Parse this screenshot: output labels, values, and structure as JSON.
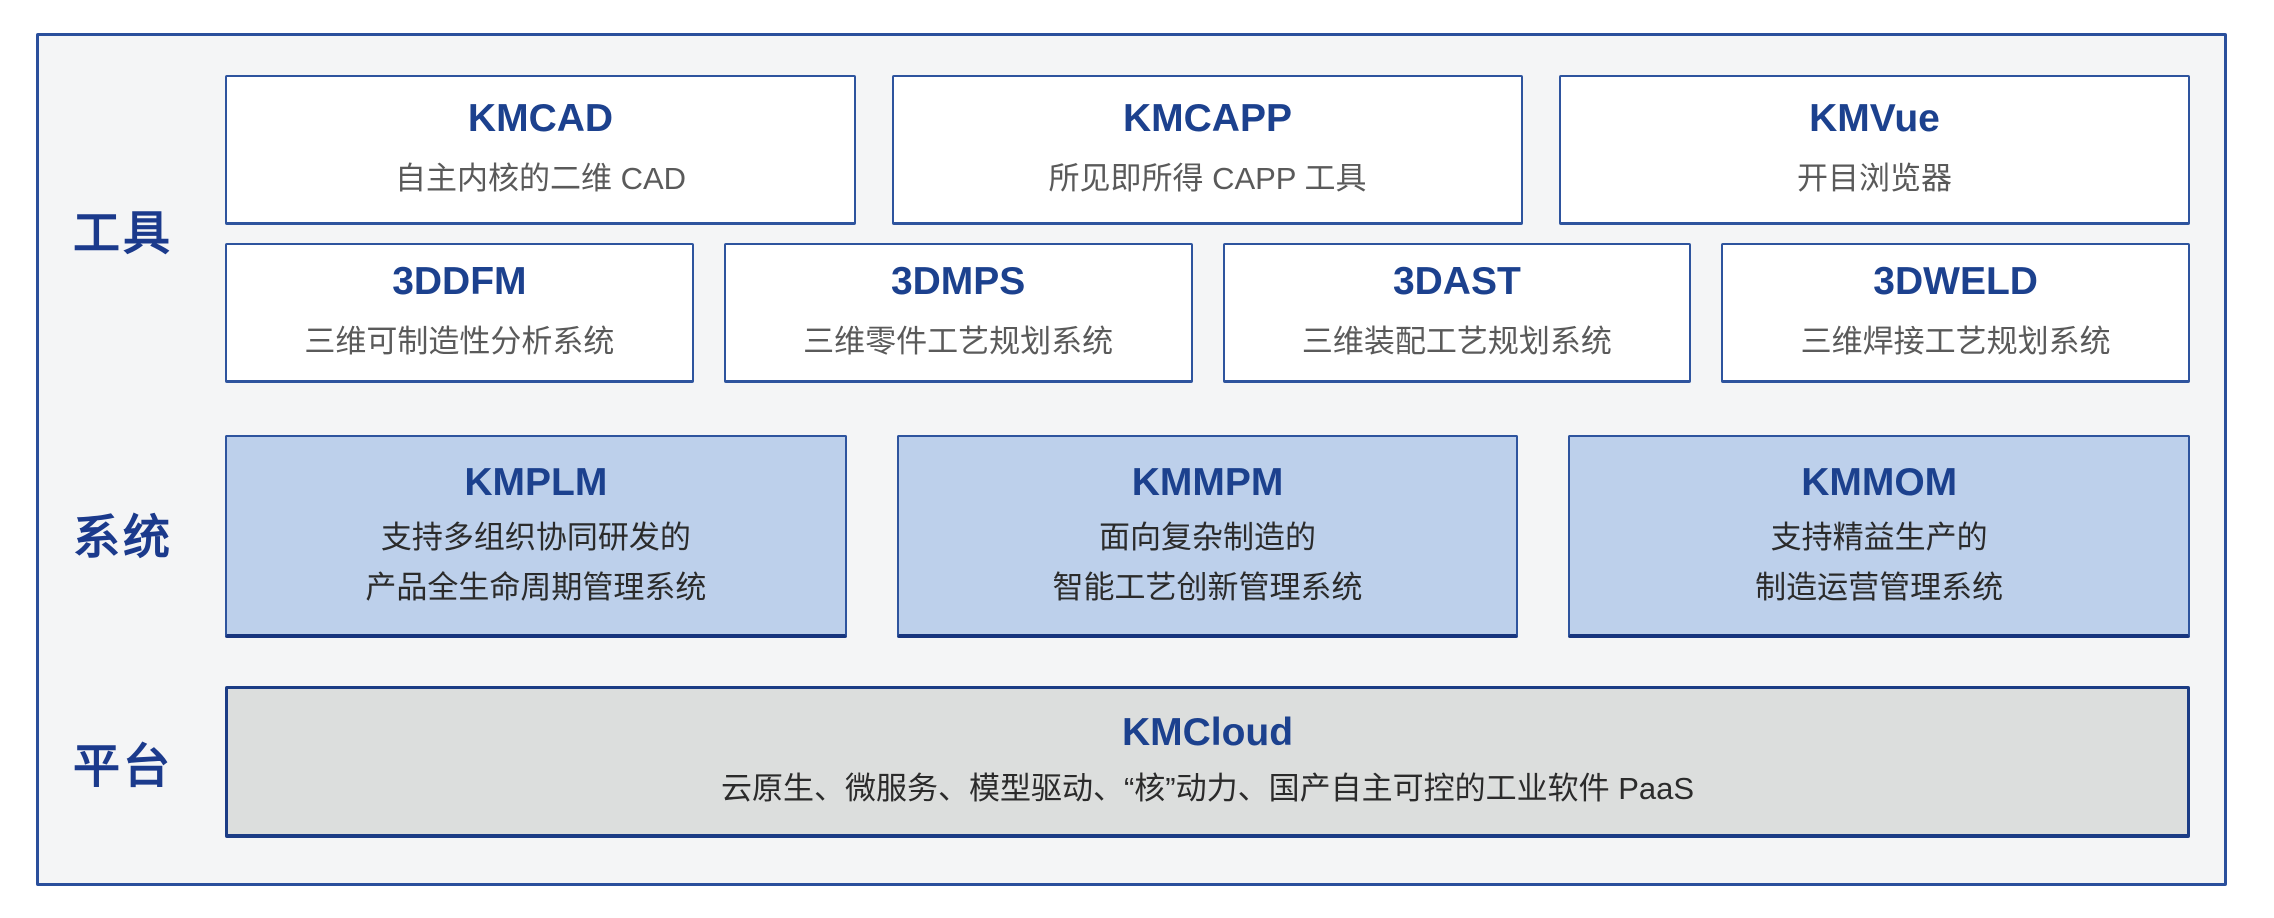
{
  "diagram": {
    "description_colors": {
      "accent_navy": "#1c418e",
      "border_blue": "#2e549e",
      "border_dark": "#17357e",
      "panel_background": "#f4f5f6",
      "box_white_fill": "#ffffff",
      "box_blue_fill": "#bdd0eb",
      "box_gray_fill": "#dcdedd",
      "subtitle_gray": "#5a5a5a",
      "subtitle_dark": "#2b2b2b"
    }
  },
  "sections": [
    {
      "label": "工具",
      "rows": [
        {
          "boxes": [
            {
              "title": "KMCAD",
              "lines": [
                "自主内核的二维 CAD"
              ]
            },
            {
              "title": "KMCAPP",
              "lines": [
                "所见即所得 CAPP 工具"
              ]
            },
            {
              "title": "KMVue",
              "lines": [
                "开目浏览器"
              ]
            }
          ]
        },
        {
          "boxes": [
            {
              "title": "3DDFM",
              "lines": [
                "三维可制造性分析系统"
              ]
            },
            {
              "title": "3DMPS",
              "lines": [
                "三维零件工艺规划系统"
              ]
            },
            {
              "title": "3DAST",
              "lines": [
                "三维装配工艺规划系统"
              ]
            },
            {
              "title": "3DWELD",
              "lines": [
                "三维焊接工艺规划系统"
              ]
            }
          ]
        }
      ]
    },
    {
      "label": "系统",
      "rows": [
        {
          "boxes": [
            {
              "title": "KMPLM",
              "lines": [
                "支持多组织协同研发的",
                "产品全生命周期管理系统"
              ]
            },
            {
              "title": "KMMPM",
              "lines": [
                "面向复杂制造的",
                "智能工艺创新管理系统"
              ]
            },
            {
              "title": "KMMOM",
              "lines": [
                "支持精益生产的",
                "制造运营管理系统"
              ]
            }
          ]
        }
      ]
    },
    {
      "label": "平台",
      "rows": [
        {
          "boxes": [
            {
              "title": "KMCloud",
              "lines": [
                "云原生、微服务、模型驱动、“核”动力、国产自主可控的工业软件 PaaS"
              ]
            }
          ]
        }
      ]
    }
  ]
}
